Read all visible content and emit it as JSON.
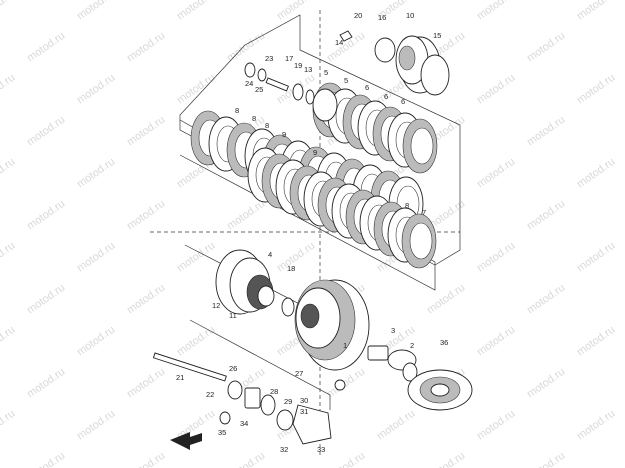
{
  "watermark": "motod.ru",
  "callouts": [
    "1",
    "2",
    "3",
    "4",
    "5",
    "6",
    "7",
    "8",
    "9",
    "10",
    "11",
    "12",
    "13",
    "14",
    "15",
    "16",
    "17",
    "18",
    "19",
    "20",
    "21",
    "22",
    "23",
    "24",
    "25",
    "26",
    "27",
    "28",
    "29",
    "30",
    "31",
    "32",
    "33",
    "34",
    "35",
    "36"
  ],
  "colors": {
    "line": "#222222",
    "background": "#ffffff",
    "watermark": "#d9d9d9"
  }
}
